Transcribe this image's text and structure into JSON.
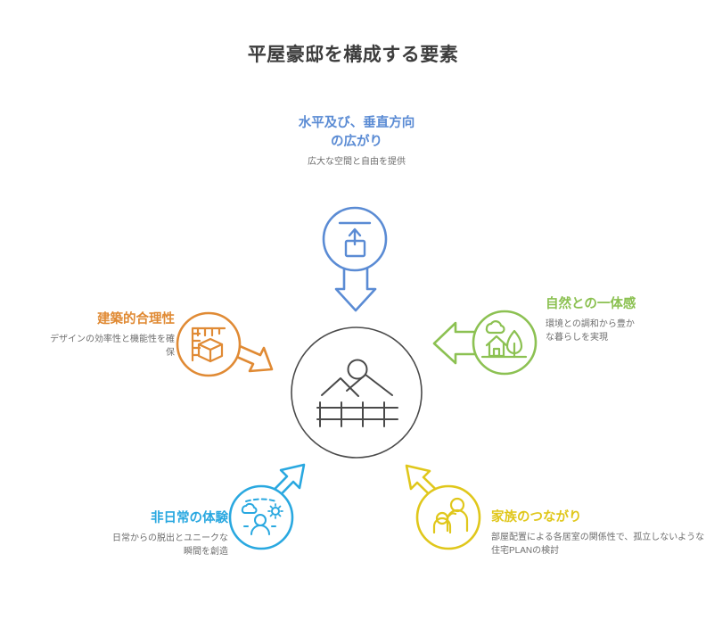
{
  "title": "平屋豪邸を構成する要素",
  "center": {
    "icon": "landscape-scenery-icon",
    "color": "#4a4a4a"
  },
  "nodes": [
    {
      "id": "expansion",
      "title": "水平及び、垂直方向の広がり",
      "desc": "広大な空間と自由を提供",
      "color": "#5a8bd4",
      "icon": "expand-upload-arrow-icon",
      "position": "top"
    },
    {
      "id": "rationality",
      "title": "建築的合理性",
      "desc": "デザインの効率性と機能性を確保",
      "color": "#e08a34",
      "icon": "ruler-cube-icon",
      "position": "left"
    },
    {
      "id": "nature",
      "title": "自然との一体感",
      "desc": "環境との調和から豊かな暮らしを実現",
      "color": "#8cc152",
      "icon": "house-tree-cloud-icon",
      "position": "right"
    },
    {
      "id": "extraordinary",
      "title": "非日常の体験",
      "desc": "日常からの脱出とユニークな瞬間を創造",
      "color": "#29a8e0",
      "icon": "weather-person-icon",
      "position": "bottom-left"
    },
    {
      "id": "family",
      "title": "家族のつながり",
      "desc": "部屋配置による各居室の関係性で、孤立しないような住宅PLANの検討",
      "color": "#e0c71b",
      "icon": "family-people-icon",
      "position": "bottom-right"
    }
  ]
}
